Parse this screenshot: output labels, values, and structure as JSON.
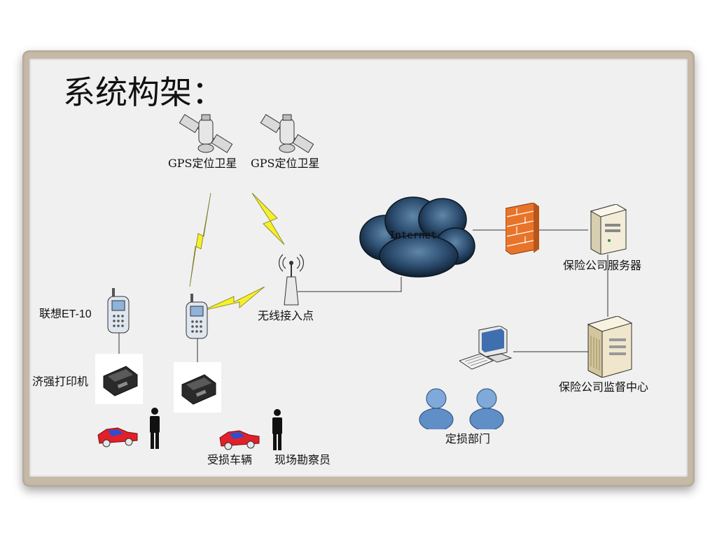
{
  "title": "系统构架：",
  "labels": {
    "satellite_1": "GPS定位卫星",
    "satellite_2": "GPS定位卫星",
    "internet": "Internet",
    "insurance_server": "保险公司服务器",
    "lenovo_device": "联想ET-10",
    "wireless_ap": "无线接入点",
    "jiqiang_printer": "济强打印机",
    "supervision_center": "保险公司监督中心",
    "loss_dept": "定损部门",
    "damaged_vehicle": "受损车辆",
    "surveyor": "现场勘察员"
  },
  "colors": {
    "frame": "#c7b9a7",
    "panel": "#f0f0f0",
    "lightning": "#f5f02a",
    "cloud": "#1e3a5a",
    "firewall": "#e8742a",
    "person": "#5f8fc6",
    "car": "#e0202a"
  },
  "icons": [
    "satellite-icon",
    "cloud-icon",
    "firewall-icon",
    "server-icon",
    "mobile-device-icon",
    "antenna-icon",
    "printer-icon",
    "computer-icon",
    "person-icon",
    "car-icon",
    "lightning-icon"
  ]
}
